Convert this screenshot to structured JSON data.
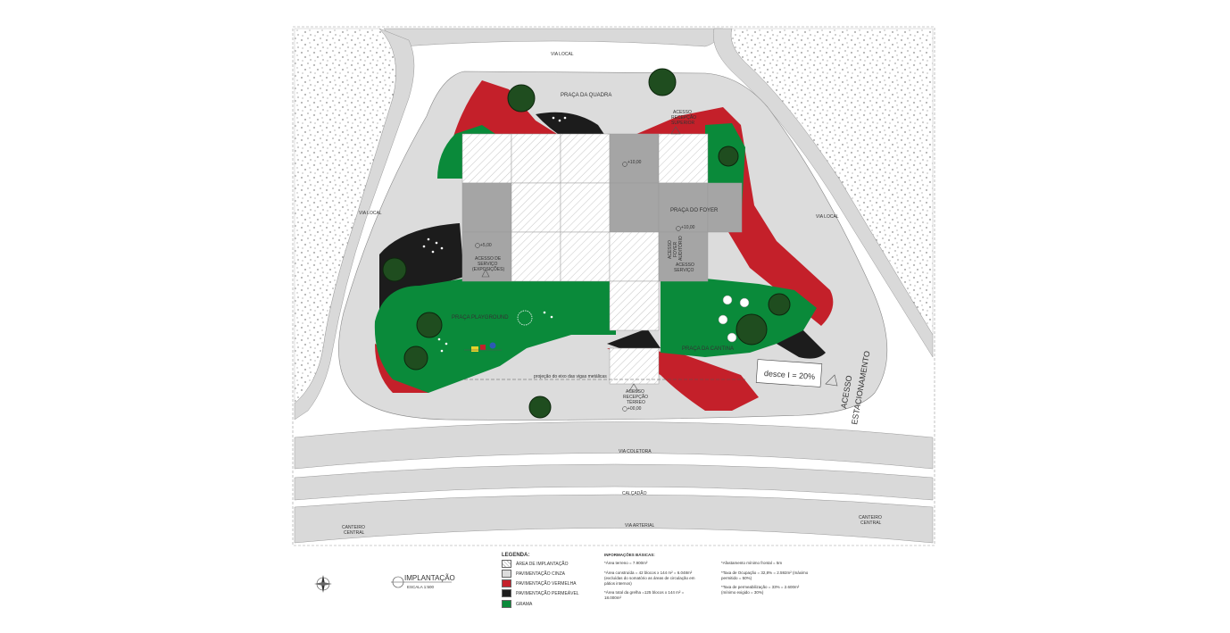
{
  "colors": {
    "red": "#c4202a",
    "green": "#0a8a3a",
    "black": "#1c1c1c",
    "gray_paving": "#d9d9d9",
    "gray_dark": "#9a9a9a",
    "tree": "#1f4d1f"
  },
  "streets": {
    "via_local_top": "VIA LOCAL",
    "via_local_left": "VIA LOCAL",
    "via_local_right": "VIA LOCAL",
    "via_coletora": "VIA COLETORA",
    "calcadao": "CALÇADÃO",
    "via_arterial": "VIA ARTERIAL",
    "canteiro_left_1": "CANTEIRO",
    "canteiro_left_2": "CENTRAL",
    "canteiro_right_1": "CANTEIRO",
    "canteiro_right_2": "CENTRAL"
  },
  "labels": {
    "praca_quadra": "PRAÇA DA QUADRA",
    "praca_foyer": "PRAÇA DO FOYER",
    "praca_playground": "PRAÇA PLAYGROUND",
    "praca_cantina": "PRAÇA DA CANTINA",
    "acesso_recepcao_superior_1": "ACESSO",
    "acesso_recepcao_superior_2": "RECEPÇÃO",
    "acesso_recepcao_superior_3": "SUPERIOR",
    "acesso_servico_1": "ACESSO DE",
    "acesso_servico_2": "SERVIÇO",
    "acesso_servico_3": "(EXPOSIÇÕES)",
    "acesso_foyer_1": "ACESSO",
    "acesso_foyer_2": "FOYER",
    "acesso_foyer_3": "AUDITÓRIO",
    "acesso_servico_b_1": "ACESSO",
    "acesso_servico_b_2": "SERVIÇO",
    "acesso_recepcao_terreo_1": "ACESSO",
    "acesso_recepcao_terreo_2": "RECEPÇÃO",
    "acesso_recepcao_terreo_3": "TÉRREO",
    "level_10_a": "+10,00",
    "level_10_b": "+10,00",
    "level_5": "+5,00",
    "level_0": "+00,00",
    "projecao": "projeção do eixo das vigas metálicas",
    "desce": "desce I = 20%",
    "acesso_estac_1": "ACESSO",
    "acesso_estac_2": "ESTACIONAMENTO"
  },
  "title_block": {
    "title": "IMPLANTAÇÃO",
    "scale": "ESCALA 1:500"
  },
  "legend": {
    "title": "LEGENDA:",
    "items": [
      "ÁREA DE IMPLANTAÇÃO",
      "PAVIMENTAÇÃO CINZA",
      "PAVIMENTAÇÃO VERMELHA",
      "PAVIMENTAÇÃO PERMEÁVEL",
      "GRAMA"
    ]
  },
  "info": {
    "title": "INFORMAÇÕES BÁSICAS:",
    "col1": [
      "*Área terreno = 7.900m²",
      "*Área construída = 42 blocos x 144 m² = 6.048m²\n(excluídas do somatório as áreas de circulação em\npátios internos)",
      "*Área total da grelha =125 blocos x 144 m² =\n18.000m²"
    ],
    "col2": [
      "*Afastamento mínimo frontal = 5m",
      "*Taxa de Ocupação = 32,8% = 2.592m² (máximo\npermitido = 50%)",
      "*Taxa de permeabilização = 33% = 2.600m²\n(mínimo exigido = 30%)"
    ]
  }
}
